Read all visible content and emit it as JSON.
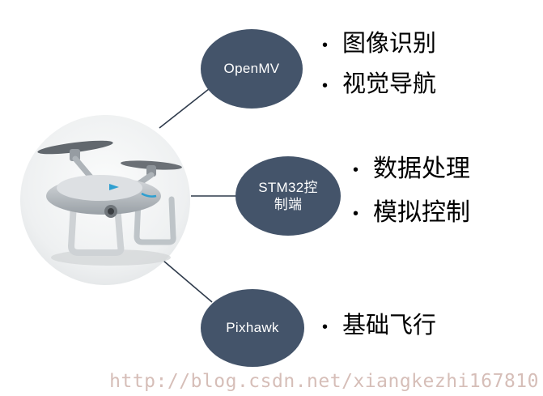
{
  "diagram": {
    "nodes": [
      {
        "label": "OpenMV",
        "bullets": [
          "图像识别",
          "视觉导航"
        ]
      },
      {
        "label": "STM32控制端",
        "bullets": [
          "数据处理",
          "模拟控制"
        ]
      },
      {
        "label": "Pixhawk",
        "bullets": [
          "基础飞行"
        ]
      }
    ],
    "bullet_char": "•"
  },
  "image": {
    "subject": "quadcopter-drone"
  },
  "watermark": {
    "text": "http://blog.csdn.net/xiangkezhi167810"
  },
  "colors": {
    "node-fill": "#44546A",
    "node-text": "#FFFFFF",
    "connector": "#2F3B4C",
    "bullet-text": "#000000",
    "watermark": "#D6BEB8"
  }
}
